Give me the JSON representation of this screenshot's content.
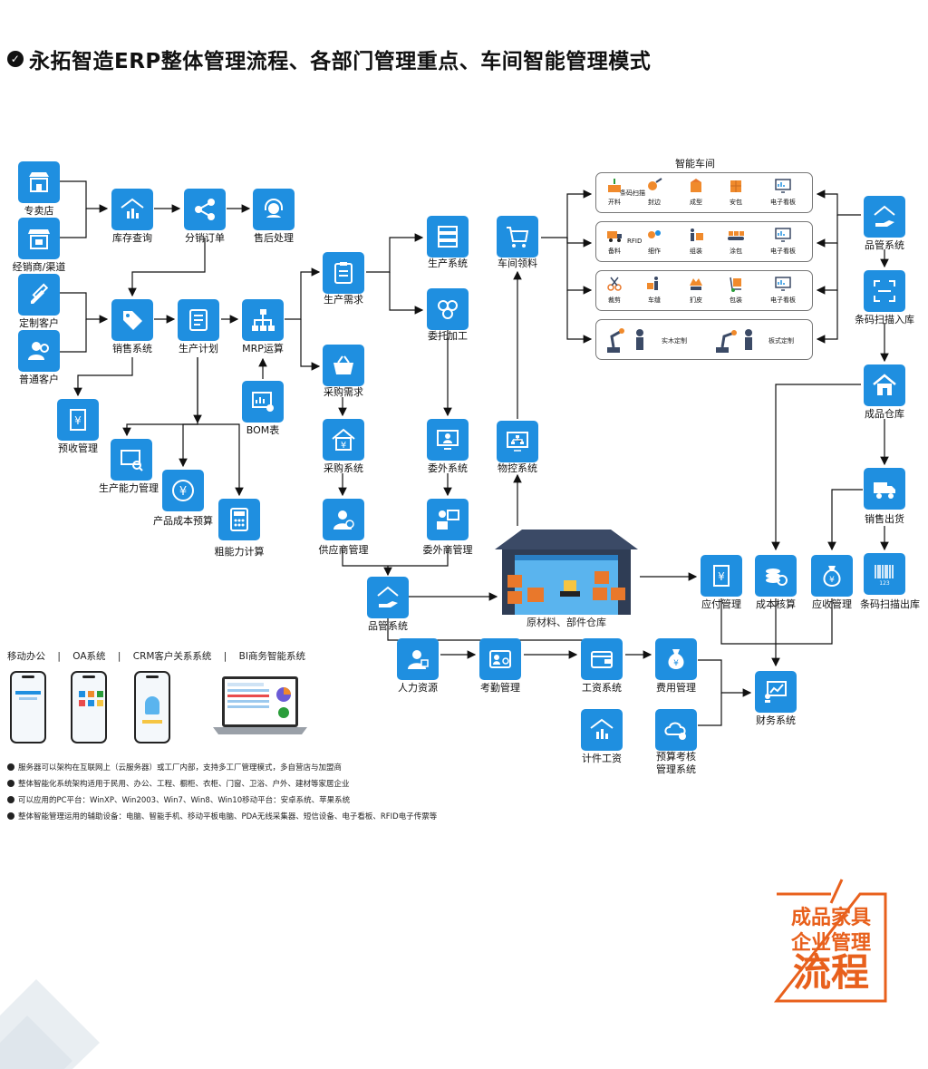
{
  "title": "永拓智造ERP整体管理流程、各部门管理重点、车间智能管理模式",
  "nodes": {
    "zhuanmaidian": "专卖店",
    "jingxiaoshang": "经销商/渠道",
    "dingzhi": "定制客户",
    "putong": "普通客户",
    "kucun": "库存查询",
    "fenxiao": "分销订单",
    "shouhou": "售后处理",
    "xiaoshou": "销售系统",
    "shengchanjihua": "生产计划",
    "mrp": "MRP运算",
    "bom": "BOM表",
    "yushou": "预收管理",
    "nengli": "生产能力管理",
    "chengben": "产品成本预算",
    "cunengli": "粗能力计算",
    "shengchanxuqiu": "生产需求",
    "caigouxuqiu": "采购需求",
    "caigou": "采购系统",
    "gongying": "供应商管理",
    "shengchanxitong": "生产系统",
    "weituo": "委托加工",
    "weiwai": "委外系统",
    "weiwaishang": "委外商管理",
    "pinguan_left": "品管系统",
    "chejian": "车间领料",
    "wukong": "物控系统",
    "pinguan_right": "品管系统",
    "tiaoma_in": "条码扫描入库",
    "chengpin": "成品仓库",
    "xiaoshouchuhuo": "销售出货",
    "yingfu": "应付管理",
    "chengbenhesuan": "成本核算",
    "yingshou": "应收管理",
    "tiaoma_out": "条码扫描出库",
    "renli": "人力资源",
    "kaoqin": "考勤管理",
    "gongzi": "工资系统",
    "feiyong": "费用管理",
    "caiwu": "财务系统",
    "jijian": "计件工资",
    "yusuan": "预算考核\n管理系统"
  },
  "warehouse_label": "原材料、部件仓库",
  "workshop": {
    "title": "智能车间",
    "rows": [
      {
        "items": [
          "开料",
          "封边",
          "成型",
          "安包",
          "电子看板"
        ],
        "sub": "条码扫描"
      },
      {
        "items": [
          "备料",
          "细作",
          "组装",
          "涂包",
          "电子看板"
        ],
        "sub": "RFID"
      },
      {
        "items": [
          "裁剪",
          "车缝",
          "扪皮",
          "包装",
          "电子看板"
        ]
      },
      {
        "items": [
          "实木定制",
          "板式定制"
        ]
      }
    ]
  },
  "platforms": [
    "移动办公",
    "OA系统",
    "CRM客户关系系统",
    "BI商务智能系统"
  ],
  "notes": [
    "服务器可以架构在互联网上（云服务器）或工厂内部，支持多工厂管理模式，多自营店与加盟商",
    "整体智能化系统架构适用于民用、办公、工程、橱柜、衣柜、门窗、卫浴、户外、建材等家居企业",
    "可以应用的PC平台：WinXP、Win2003、Win7、Win8、Win10移动平台：安卓系统、苹果系统",
    "整体智能管理运用的辅助设备：电脑、智能手机、移动平板电脑、PDA无线采集器、短信设备、电子看板、RFID电子传票等"
  ],
  "stamp": {
    "line1": "成品家具",
    "line2": "企业管理",
    "line3": "流程"
  },
  "colors": {
    "node": "#1f8fe0",
    "accent": "#e8601c",
    "workshop_orange": "#f08a2c"
  }
}
